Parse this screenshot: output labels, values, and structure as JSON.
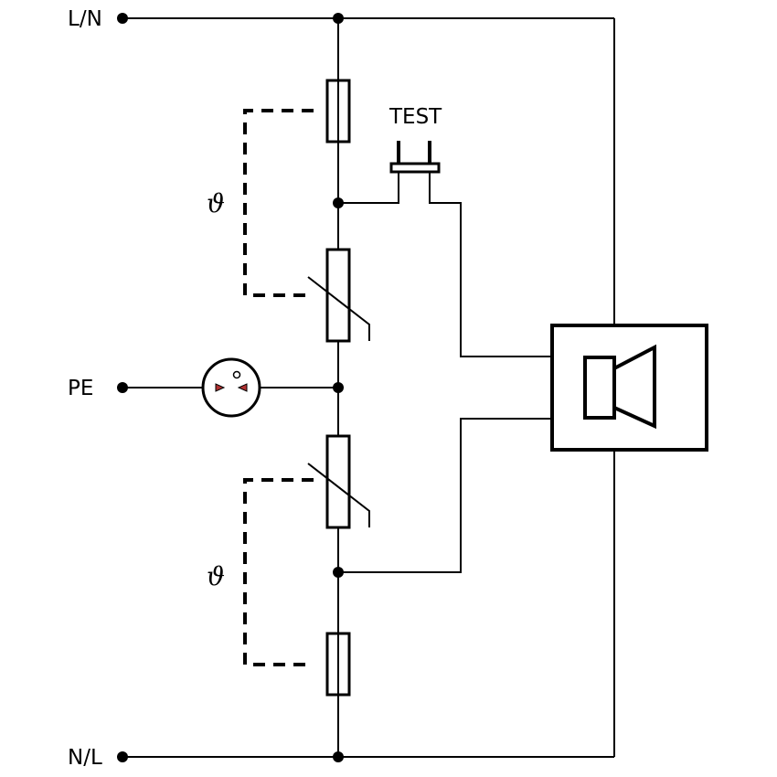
{
  "terminals": {
    "top": "L/N",
    "middle": "PE",
    "bottom": "N/L"
  },
  "test_button": {
    "label": "TEST"
  },
  "thermal_symbol": "ϑ",
  "colors": {
    "line": "#000000",
    "gas_tube_marker": "#b03030",
    "background": "#ffffff"
  },
  "icons": {
    "signal_device": "speaker-icon"
  }
}
